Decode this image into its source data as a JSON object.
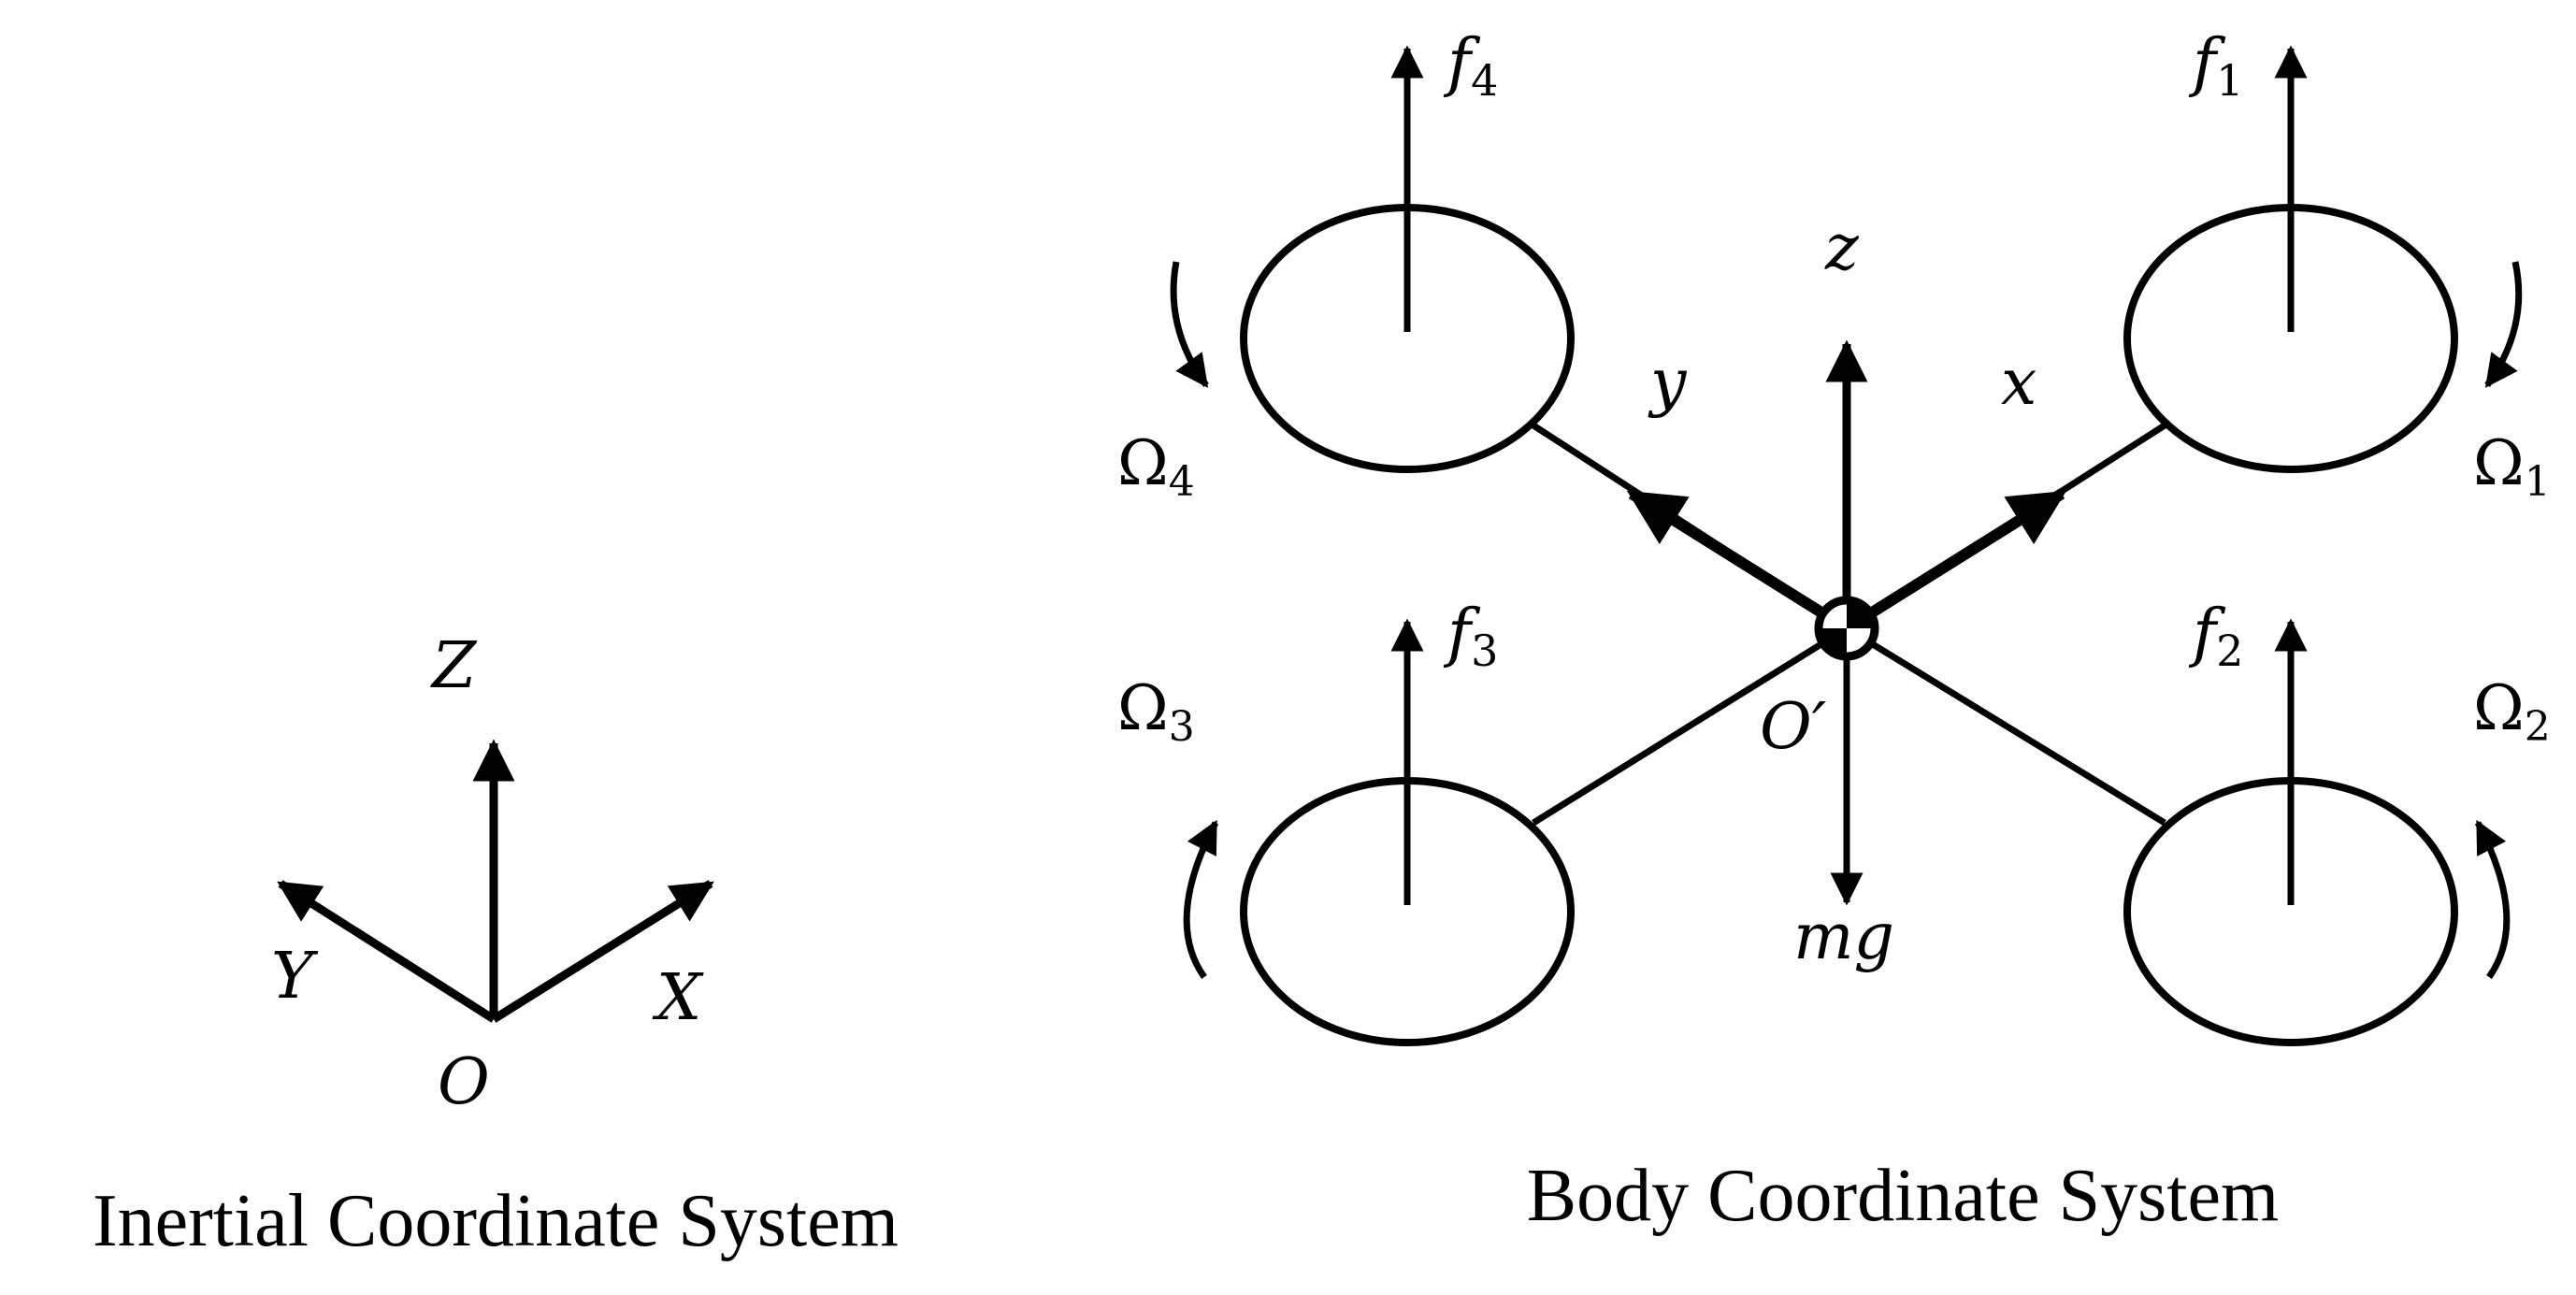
{
  "inertial": {
    "axis_z": "Z",
    "axis_x": "X",
    "axis_y": "Y",
    "origin": "O",
    "caption": "Inertial Coordinate System"
  },
  "body": {
    "axis_z": "z",
    "axis_x": "x",
    "axis_y": "y",
    "origin": "O′",
    "gravity": "mg",
    "caption": "Body Coordinate System"
  },
  "rotors": [
    {
      "id": "1",
      "force_symbol": "f",
      "force_index": "1",
      "omega_symbol": "Ω",
      "omega_index": "1"
    },
    {
      "id": "2",
      "force_symbol": "f",
      "force_index": "2",
      "omega_symbol": "Ω",
      "omega_index": "2"
    },
    {
      "id": "3",
      "force_symbol": "f",
      "force_index": "3",
      "omega_symbol": "Ω",
      "omega_index": "3"
    },
    {
      "id": "4",
      "force_symbol": "f",
      "force_index": "4",
      "omega_symbol": "Ω",
      "omega_index": "4"
    }
  ]
}
